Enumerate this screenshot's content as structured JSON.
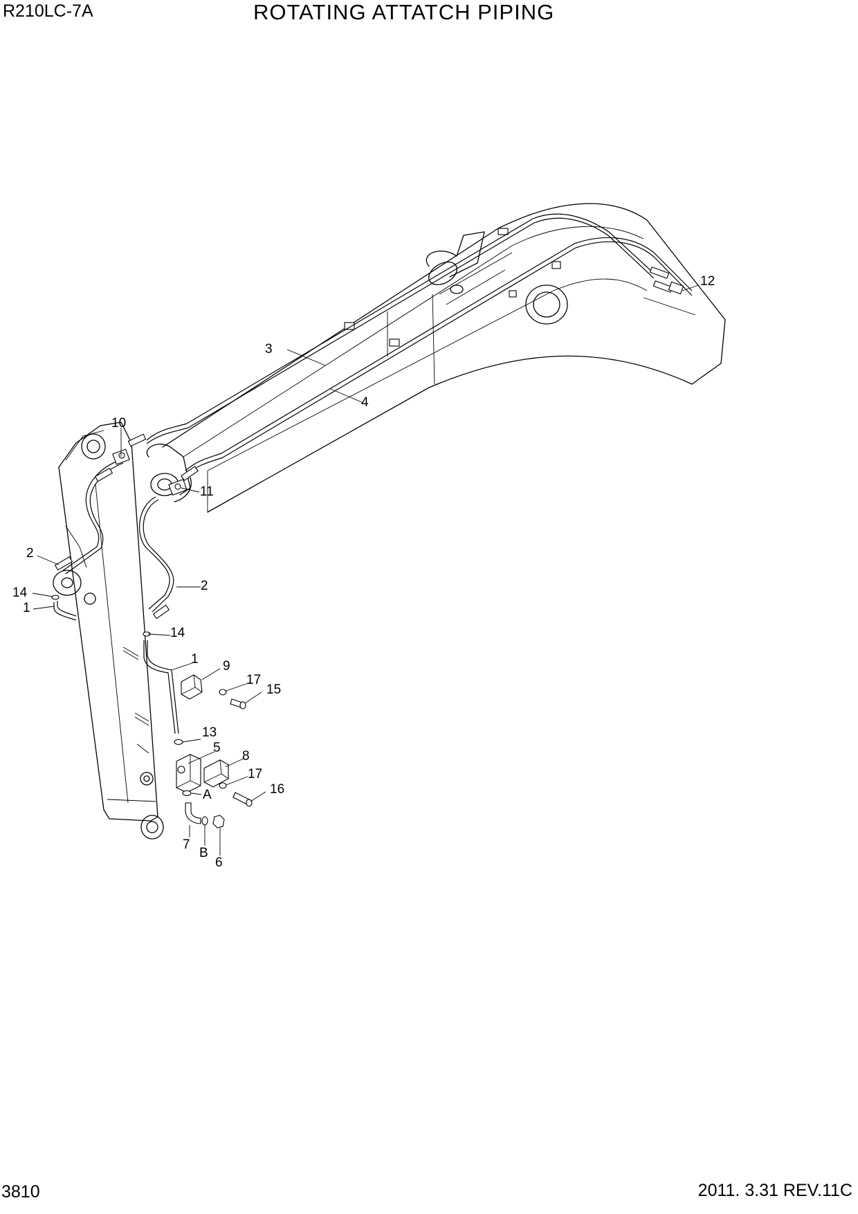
{
  "header": {
    "model": "R210LC-7A",
    "title": "ROTATING ATTATCH PIPING"
  },
  "footer": {
    "page_number": "3810",
    "revision": "2011. 3.31 REV.11C"
  },
  "diagram": {
    "callouts": {
      "c1a": "1",
      "c1b": "1",
      "c2a": "2",
      "c2b": "2",
      "c3": "3",
      "c4": "4",
      "c5": "5",
      "c6": "6",
      "c7": "7",
      "c8": "8",
      "c9": "9",
      "c10": "10",
      "c11": "11",
      "c12": "12",
      "c13": "13",
      "c14a": "14",
      "c14b": "14",
      "c15": "15",
      "c16": "16",
      "c17a": "17",
      "c17b": "17",
      "cA": "A",
      "cB": "B"
    }
  }
}
